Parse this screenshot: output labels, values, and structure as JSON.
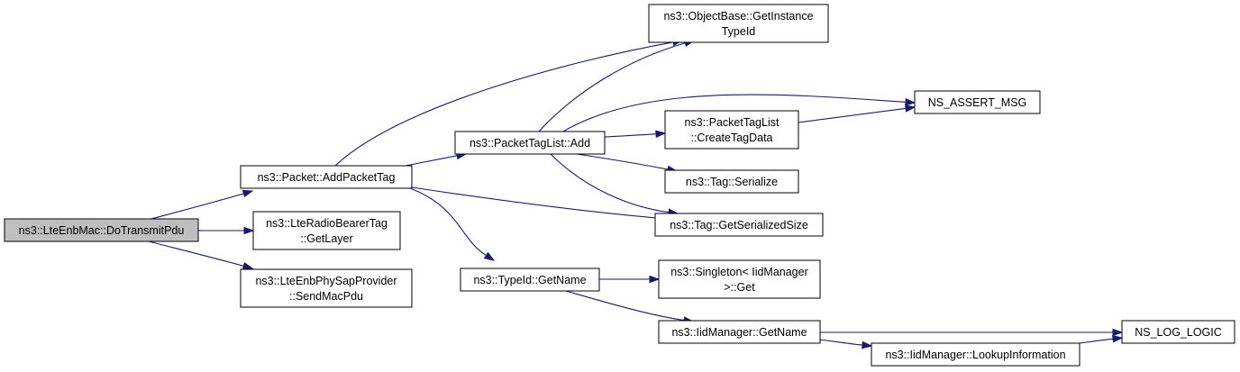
{
  "colors": {
    "edge": "#191970",
    "root_fill": "#bfbfbf",
    "node_fill": "#ffffff",
    "node_border": "#000000"
  },
  "nodes": [
    {
      "id": "do-transmit-pdu",
      "lines": [
        "ns3::LteEnbMac::DoTransmitPdu"
      ],
      "root": true
    },
    {
      "id": "add-packet-tag",
      "lines": [
        "ns3::Packet::AddPacketTag"
      ]
    },
    {
      "id": "radio-bearer-get-layer",
      "lines": [
        "ns3::LteRadioBearerTag",
        "::GetLayer"
      ]
    },
    {
      "id": "send-mac-pdu",
      "lines": [
        "ns3::LteEnbPhySapProvider",
        "::SendMacPdu"
      ]
    },
    {
      "id": "packet-tag-list-add",
      "lines": [
        "ns3::PacketTagList::Add"
      ]
    },
    {
      "id": "typeid-get-name",
      "lines": [
        "ns3::TypeId::GetName"
      ]
    },
    {
      "id": "get-instance-typeid",
      "lines": [
        "ns3::ObjectBase::GetInstance",
        "TypeId"
      ]
    },
    {
      "id": "create-tag-data",
      "lines": [
        "ns3::PacketTagList",
        "::CreateTagData"
      ]
    },
    {
      "id": "tag-serialize",
      "lines": [
        "ns3::Tag::Serialize"
      ]
    },
    {
      "id": "tag-get-serialized-size",
      "lines": [
        "ns3::Tag::GetSerializedSize"
      ]
    },
    {
      "id": "singleton-get",
      "lines": [
        "ns3::Singleton< IidManager",
        " >::Get"
      ]
    },
    {
      "id": "iidmanager-get-name",
      "lines": [
        "ns3::IidManager::GetName"
      ]
    },
    {
      "id": "ns-assert-msg",
      "lines": [
        "NS_ASSERT_MSG"
      ]
    },
    {
      "id": "lookup-information",
      "lines": [
        "ns3::IidManager::LookupInformation"
      ]
    },
    {
      "id": "ns-log-logic",
      "lines": [
        "NS_LOG_LOGIC"
      ]
    }
  ],
  "edges": [
    {
      "from": "do-transmit-pdu",
      "to": "add-packet-tag"
    },
    {
      "from": "do-transmit-pdu",
      "to": "radio-bearer-get-layer"
    },
    {
      "from": "do-transmit-pdu",
      "to": "send-mac-pdu"
    },
    {
      "from": "add-packet-tag",
      "to": "get-instance-typeid"
    },
    {
      "from": "add-packet-tag",
      "to": "packet-tag-list-add"
    },
    {
      "from": "add-packet-tag",
      "to": "tag-get-serialized-size"
    },
    {
      "from": "add-packet-tag",
      "to": "typeid-get-name"
    },
    {
      "from": "packet-tag-list-add",
      "to": "get-instance-typeid"
    },
    {
      "from": "packet-tag-list-add",
      "to": "ns-assert-msg"
    },
    {
      "from": "packet-tag-list-add",
      "to": "create-tag-data"
    },
    {
      "from": "packet-tag-list-add",
      "to": "tag-serialize"
    },
    {
      "from": "packet-tag-list-add",
      "to": "tag-get-serialized-size"
    },
    {
      "from": "create-tag-data",
      "to": "ns-assert-msg"
    },
    {
      "from": "typeid-get-name",
      "to": "singleton-get"
    },
    {
      "from": "typeid-get-name",
      "to": "iidmanager-get-name"
    },
    {
      "from": "iidmanager-get-name",
      "to": "ns-log-logic"
    },
    {
      "from": "iidmanager-get-name",
      "to": "lookup-information"
    },
    {
      "from": "lookup-information",
      "to": "ns-log-logic"
    }
  ]
}
